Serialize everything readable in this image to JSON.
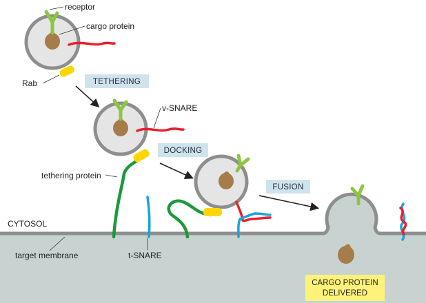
{
  "labels": {
    "receptor": "receptor",
    "cargo_protein": "cargo protein",
    "rab": "Rab",
    "v_snare": "v-SNARE",
    "tethering_protein": "tethering protein",
    "cytosol": "CYTOSOL",
    "target_membrane": "target membrane",
    "t_snare": "t-SNARE"
  },
  "steps": {
    "tethering": "TETHERING",
    "docking": "DOCKING",
    "fusion": "FUSION"
  },
  "result": {
    "line1": "CARGO PROTEIN",
    "line2": "DELIVERED"
  },
  "colors": {
    "membrane_gray": "#8e8e8e",
    "lumen_fill": "#c8d3d1",
    "vesicle_fill": "#e5e5e5",
    "receptor_green": "#8cc63f",
    "cargo_brown": "#a57c4a",
    "v_snare_red": "#e8202a",
    "t_snare_blue": "#1aa3e0",
    "tethering_green": "#1a9a3a",
    "rab_yellow": "#ffd600",
    "step_box": "#cfe3ec",
    "result_box": "#fff27a"
  }
}
